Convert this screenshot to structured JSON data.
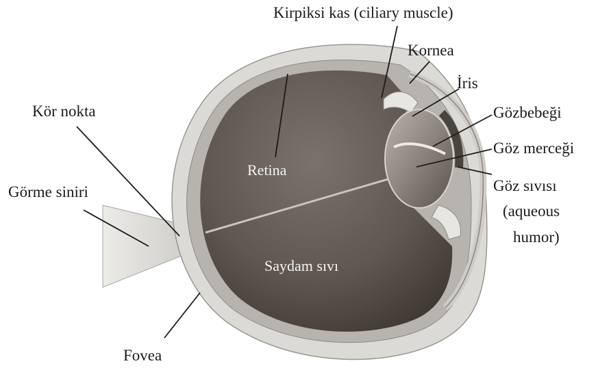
{
  "labels": {
    "ciliary_muscle": "Kirpiksi kas (ciliary muscle)",
    "cornea": "Kornea",
    "iris": "İris",
    "pupil": "Gözbebeği",
    "lens": "Göz merceği",
    "aqueous_line1": "Göz sıvısı",
    "aqueous_line2": "(aqueous",
    "aqueous_line3": "humor)",
    "blind_spot": "Kör nokta",
    "optic_nerve": "Görme siniri",
    "fovea": "Fovea",
    "retina": "Retina",
    "vitreous": "Saydam sıvı"
  },
  "colors": {
    "background": "#ffffff",
    "vitreous_fill": "#5e5650",
    "sclera": "#dcdad6",
    "leader_line": "#1b1b1b"
  }
}
